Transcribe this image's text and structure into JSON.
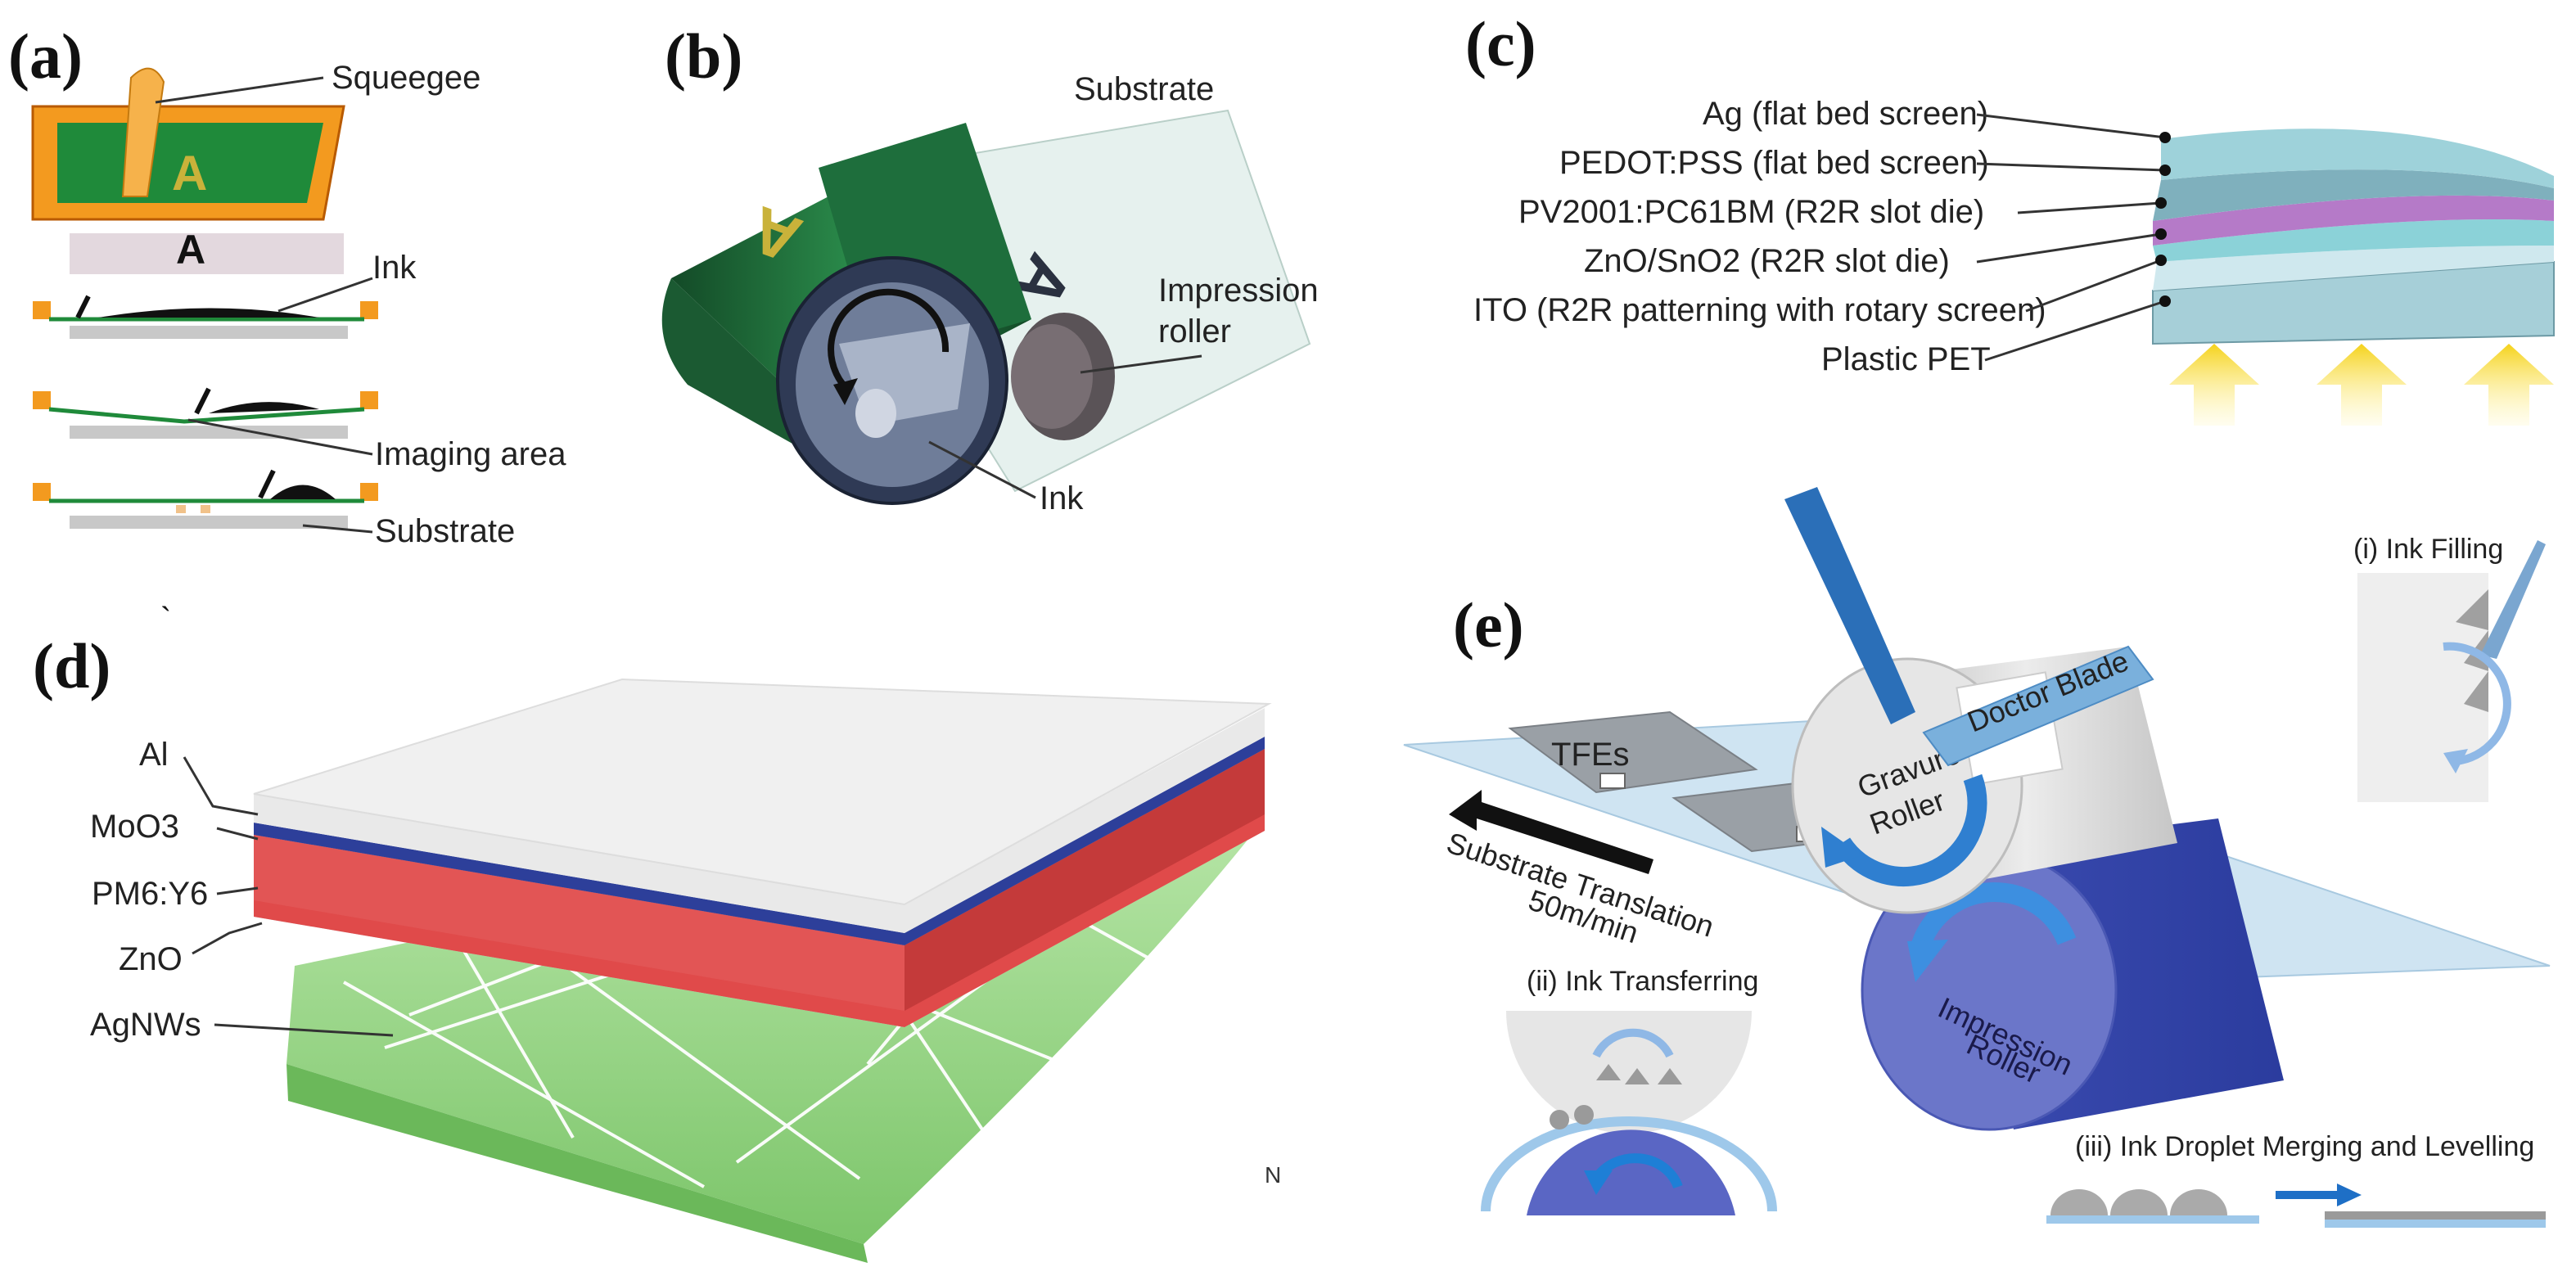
{
  "panels": {
    "a": {
      "label": "(a)",
      "squeegee": "Squeegee",
      "ink": "Ink",
      "imaging_area": "Imaging area",
      "substrate": "Substrate",
      "screen_letter": "A",
      "shadow_letter": "A"
    },
    "b": {
      "label": "(b)",
      "substrate": "Substrate",
      "impression_roller_1": "Impression",
      "impression_roller_2": "roller",
      "ink": "Ink",
      "cylinder_letter": "A",
      "sheet_letter": "A"
    },
    "c": {
      "label": "(c)",
      "layers": [
        "Ag (flat bed screen)",
        "PEDOT:PSS (flat bed screen)",
        "PV2001:PC61BM (R2R slot die)",
        "ZnO/SnO2 (R2R slot die)",
        "ITO (R2R patterning with rotary screen)",
        "Plastic PET"
      ]
    },
    "d": {
      "label": "(d)",
      "tick": "`",
      "layers": [
        "Al",
        "MoO3",
        "PM6:Y6",
        "ZnO",
        "AgNWs"
      ],
      "stray": "N"
    },
    "e": {
      "label": "(e)",
      "doctor_blade": "Doctor Blade",
      "tfes": "TFEs",
      "gravure_roller_1": "Gravure",
      "gravure_roller_2": "Roller",
      "impression_roller_1": "Impression",
      "impression_roller_2": "Roller",
      "substrate_translation_1": "Substrate Translation",
      "substrate_translation_2": "50m/min",
      "ink_filling": "(i) Ink Filling",
      "ink_transferring": "(ii) Ink Transferring",
      "ink_merging": "(iii) Ink Droplet Merging and Levelling"
    }
  },
  "colors": {
    "frame_orange": "#f08a12",
    "screen_green": "#1f8a3a",
    "cylinder_green": "#1f6b3a",
    "al_gray": "#ececec",
    "moo3_blue": "#2d3f9a",
    "pm6y6_red": "#e04a4a",
    "agnw_green": "#8fd07a",
    "gravure_gray": "#d4d4d4",
    "impression_blue": "#4a5bc0",
    "arrow_yellow": "#f7e04a",
    "blade_blue": "#2b6fb8"
  }
}
